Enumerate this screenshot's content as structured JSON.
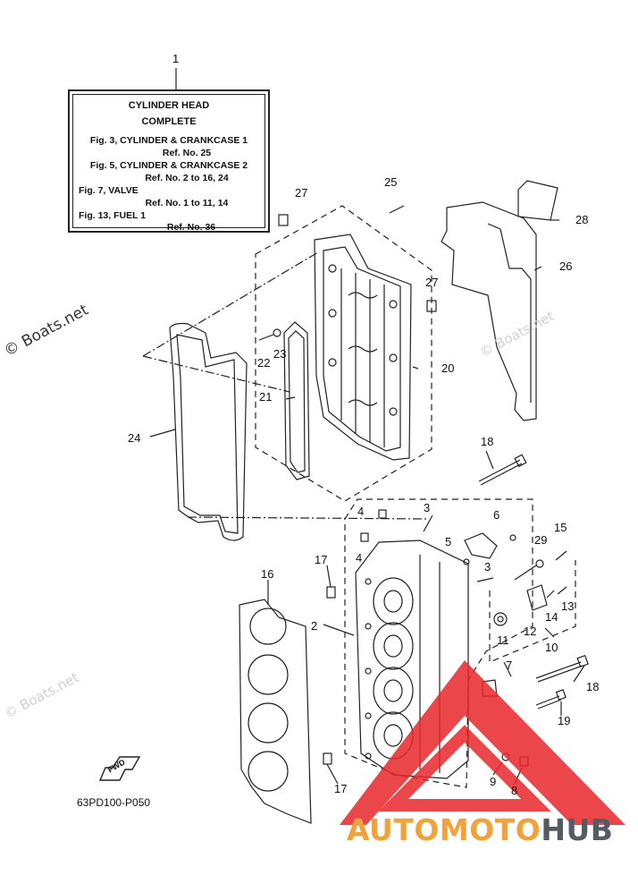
{
  "callout_box": {
    "line1": "CYLINDER  HEAD",
    "line2": "COMPLETE",
    "line3": "Fig. 3, CYLINDER & CRANKCASE 1",
    "line4": "Ref. No. 25",
    "line5": "Fig. 5, CYLINDER & CRANKCASE 2",
    "line6": "Ref. No. 2 to 16, 24",
    "line7": "Fig. 7, VALVE",
    "line8": "Ref. No. 1 to 11, 14",
    "line9": "Fig. 13, FUEL 1",
    "line10": "Ref. No. 36"
  },
  "part_numbers": {
    "p1": "1",
    "p2": "2",
    "p3a": "3",
    "p3b": "3",
    "p4a": "4",
    "p4b": "4",
    "p5": "5",
    "p6": "6",
    "p7": "7",
    "p8": "8",
    "p9": "9",
    "p10": "10",
    "p11": "11",
    "p12": "12",
    "p13": "13",
    "p14": "14",
    "p15": "15",
    "p16": "16",
    "p17a": "17",
    "p17b": "17",
    "p18a": "18",
    "p18b": "18",
    "p19": "19",
    "p20": "20",
    "p21": "21",
    "p22": "22",
    "p23": "23",
    "p24": "24",
    "p25": "25",
    "p26": "26",
    "p27a": "27",
    "p27b": "27",
    "p28": "28",
    "p29": "29"
  },
  "fwd_label": "FWD",
  "diagram_code": "63PD100-P050",
  "watermarks": {
    "main": "© Boats.net",
    "faint": "© Boats.net"
  },
  "logo": {
    "part1": "AUTOMOTO",
    "part2": "HUB"
  },
  "colors": {
    "line": "#222222",
    "logo_orange": "#f2a23a",
    "logo_gray": "#555b63",
    "logo_red": "#e8262a"
  }
}
